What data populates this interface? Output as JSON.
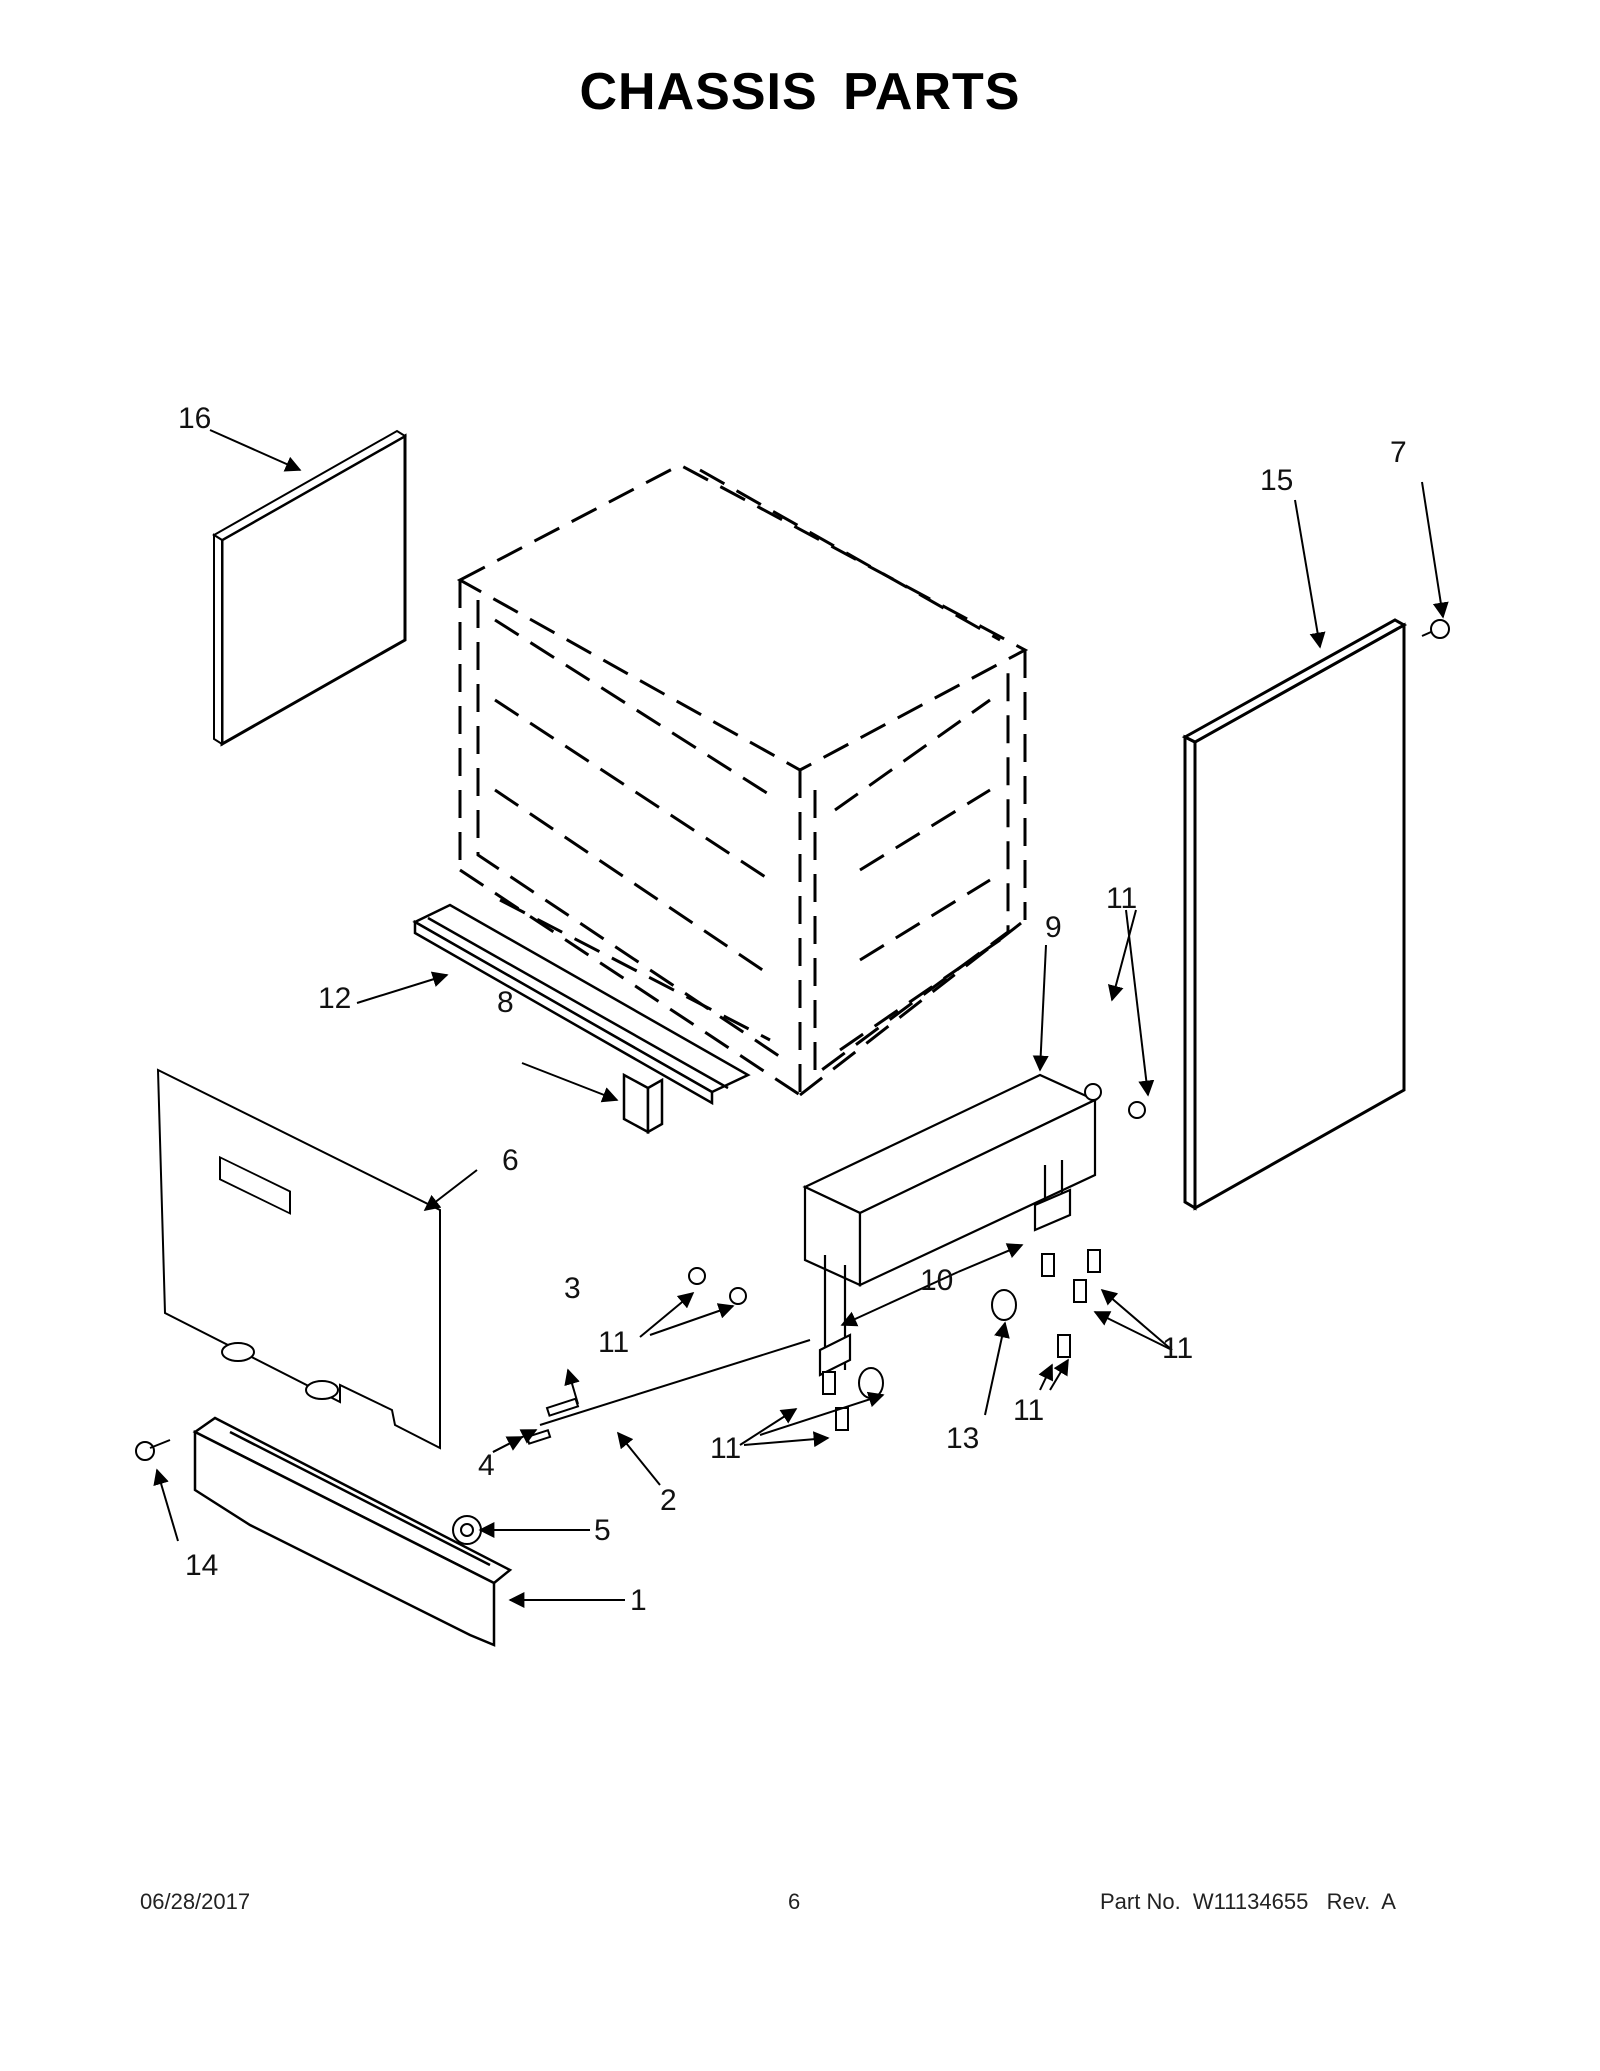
{
  "header": {
    "title": "CHASSIS PARTS"
  },
  "callouts": {
    "c1": "1",
    "c2": "2",
    "c3": "3",
    "c4": "4",
    "c5": "5",
    "c6": "6",
    "c7": "7",
    "c8": "8",
    "c9": "9",
    "c10": "10",
    "c11": "11",
    "c12": "12",
    "c13": "13",
    "c14": "14",
    "c15": "15",
    "c16": "16"
  },
  "footer": {
    "date": "06/28/2017",
    "page": "6",
    "part_number": "Part No.  W11134655   Rev.  A"
  }
}
